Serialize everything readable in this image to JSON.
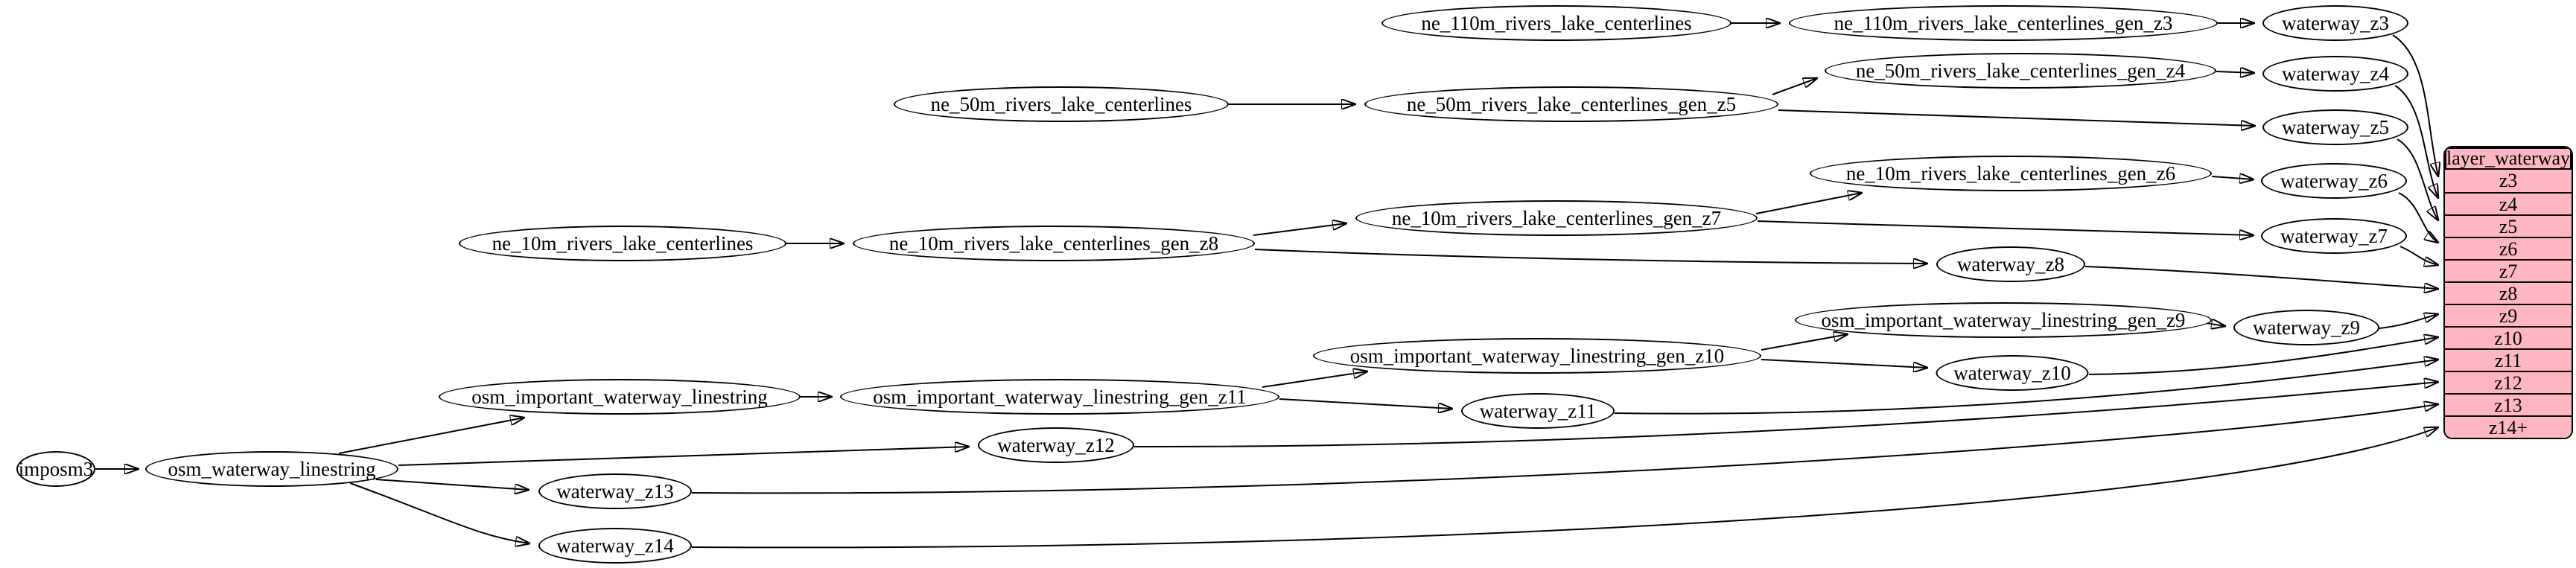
{
  "graph": {
    "background": "#ffffff",
    "node_fill": "#ffffff",
    "node_border": "#000000",
    "edge_color": "#000000",
    "nodes": {
      "imposm3": {
        "label": "imposm3"
      },
      "osm_waterway_linestring": {
        "label": "osm_waterway_linestring"
      },
      "osm_important_waterway_linestring": {
        "label": "osm_important_waterway_linestring"
      },
      "osm_important_waterway_linestring_gen_z11": {
        "label": "osm_important_waterway_linestring_gen_z11"
      },
      "osm_important_waterway_linestring_gen_z10": {
        "label": "osm_important_waterway_linestring_gen_z10"
      },
      "osm_important_waterway_linestring_gen_z9": {
        "label": "osm_important_waterway_linestring_gen_z9"
      },
      "ne_110m_rivers_lake_centerlines": {
        "label": "ne_110m_rivers_lake_centerlines"
      },
      "ne_110m_rivers_lake_centerlines_gen_z3": {
        "label": "ne_110m_rivers_lake_centerlines_gen_z3"
      },
      "ne_50m_rivers_lake_centerlines": {
        "label": "ne_50m_rivers_lake_centerlines"
      },
      "ne_50m_rivers_lake_centerlines_gen_z5": {
        "label": "ne_50m_rivers_lake_centerlines_gen_z5"
      },
      "ne_50m_rivers_lake_centerlines_gen_z4": {
        "label": "ne_50m_rivers_lake_centerlines_gen_z4"
      },
      "ne_10m_rivers_lake_centerlines": {
        "label": "ne_10m_rivers_lake_centerlines"
      },
      "ne_10m_rivers_lake_centerlines_gen_z8": {
        "label": "ne_10m_rivers_lake_centerlines_gen_z8"
      },
      "ne_10m_rivers_lake_centerlines_gen_z7": {
        "label": "ne_10m_rivers_lake_centerlines_gen_z7"
      },
      "ne_10m_rivers_lake_centerlines_gen_z6": {
        "label": "ne_10m_rivers_lake_centerlines_gen_z6"
      },
      "waterway_z3": {
        "label": "waterway_z3"
      },
      "waterway_z4": {
        "label": "waterway_z4"
      },
      "waterway_z5": {
        "label": "waterway_z5"
      },
      "waterway_z6": {
        "label": "waterway_z6"
      },
      "waterway_z7": {
        "label": "waterway_z7"
      },
      "waterway_z8": {
        "label": "waterway_z8"
      },
      "waterway_z9": {
        "label": "waterway_z9"
      },
      "waterway_z10": {
        "label": "waterway_z10"
      },
      "waterway_z11": {
        "label": "waterway_z11"
      },
      "waterway_z12": {
        "label": "waterway_z12"
      },
      "waterway_z13": {
        "label": "waterway_z13"
      },
      "waterway_z14": {
        "label": "waterway_z14"
      }
    },
    "edges": [
      [
        "imposm3",
        "osm_waterway_linestring"
      ],
      [
        "osm_waterway_linestring",
        "osm_important_waterway_linestring"
      ],
      [
        "osm_waterway_linestring",
        "waterway_z12"
      ],
      [
        "osm_waterway_linestring",
        "waterway_z13"
      ],
      [
        "osm_waterway_linestring",
        "waterway_z14"
      ],
      [
        "osm_important_waterway_linestring",
        "osm_important_waterway_linestring_gen_z11"
      ],
      [
        "osm_important_waterway_linestring_gen_z11",
        "osm_important_waterway_linestring_gen_z10"
      ],
      [
        "osm_important_waterway_linestring_gen_z11",
        "waterway_z11"
      ],
      [
        "osm_important_waterway_linestring_gen_z10",
        "osm_important_waterway_linestring_gen_z9"
      ],
      [
        "osm_important_waterway_linestring_gen_z10",
        "waterway_z10"
      ],
      [
        "osm_important_waterway_linestring_gen_z9",
        "waterway_z9"
      ],
      [
        "ne_10m_rivers_lake_centerlines",
        "ne_10m_rivers_lake_centerlines_gen_z8"
      ],
      [
        "ne_10m_rivers_lake_centerlines_gen_z8",
        "ne_10m_rivers_lake_centerlines_gen_z7"
      ],
      [
        "ne_10m_rivers_lake_centerlines_gen_z8",
        "waterway_z8"
      ],
      [
        "ne_10m_rivers_lake_centerlines_gen_z7",
        "ne_10m_rivers_lake_centerlines_gen_z6"
      ],
      [
        "ne_10m_rivers_lake_centerlines_gen_z7",
        "waterway_z7"
      ],
      [
        "ne_10m_rivers_lake_centerlines_gen_z6",
        "waterway_z6"
      ],
      [
        "ne_50m_rivers_lake_centerlines",
        "ne_50m_rivers_lake_centerlines_gen_z5"
      ],
      [
        "ne_50m_rivers_lake_centerlines_gen_z5",
        "ne_50m_rivers_lake_centerlines_gen_z4"
      ],
      [
        "ne_50m_rivers_lake_centerlines_gen_z5",
        "waterway_z5"
      ],
      [
        "ne_50m_rivers_lake_centerlines_gen_z4",
        "waterway_z4"
      ],
      [
        "ne_110m_rivers_lake_centerlines",
        "ne_110m_rivers_lake_centerlines_gen_z3"
      ],
      [
        "ne_110m_rivers_lake_centerlines_gen_z3",
        "waterway_z3"
      ],
      [
        "waterway_z3",
        "layer_waterway.z3"
      ],
      [
        "waterway_z4",
        "layer_waterway.z4"
      ],
      [
        "waterway_z5",
        "layer_waterway.z5"
      ],
      [
        "waterway_z6",
        "layer_waterway.z6"
      ],
      [
        "waterway_z7",
        "layer_waterway.z7"
      ],
      [
        "waterway_z8",
        "layer_waterway.z8"
      ],
      [
        "waterway_z9",
        "layer_waterway.z9"
      ],
      [
        "waterway_z10",
        "layer_waterway.z10"
      ],
      [
        "waterway_z11",
        "layer_waterway.z11"
      ],
      [
        "waterway_z12",
        "layer_waterway.z12"
      ],
      [
        "waterway_z13",
        "layer_waterway.z13"
      ],
      [
        "waterway_z14",
        "layer_waterway.z14+"
      ]
    ],
    "table": {
      "title": "layer_waterway",
      "fill": "#fdb6c2",
      "border": "#000000",
      "rows": [
        "z3",
        "z4",
        "z5",
        "z6",
        "z7",
        "z8",
        "z9",
        "z10",
        "z11",
        "z12",
        "z13",
        "z14+"
      ]
    }
  }
}
